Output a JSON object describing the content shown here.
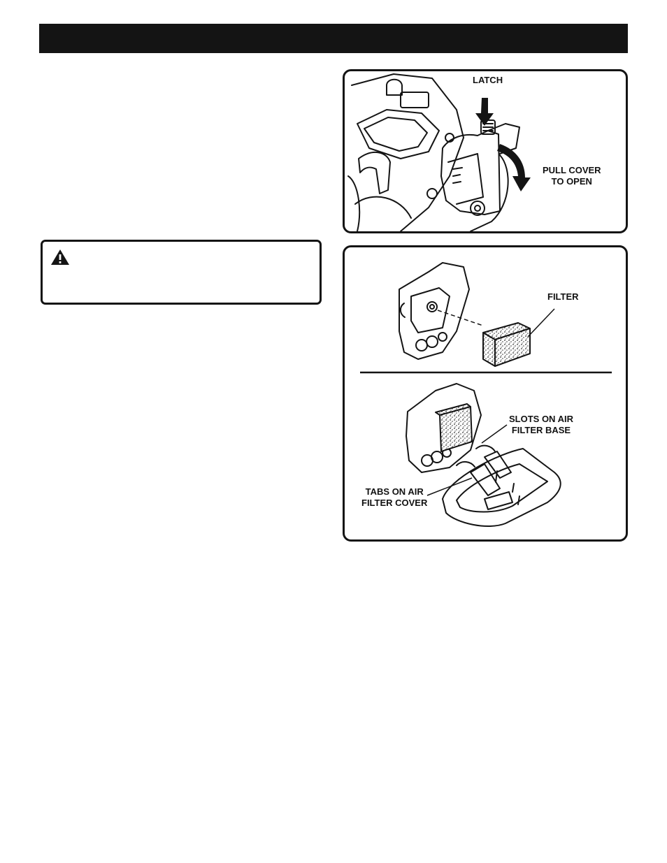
{
  "figure_1": {
    "latch_label": "LATCH",
    "pull_cover_label_line1": "PULL COVER",
    "pull_cover_label_line2": "TO OPEN"
  },
  "figure_2": {
    "filter_label": "FILTER",
    "slots_label_line1": "SLOTS ON AIR",
    "slots_label_line2": "FILTER BASE",
    "tabs_label_line1": "TABS ON AIR",
    "tabs_label_line2": "FILTER COVER"
  }
}
